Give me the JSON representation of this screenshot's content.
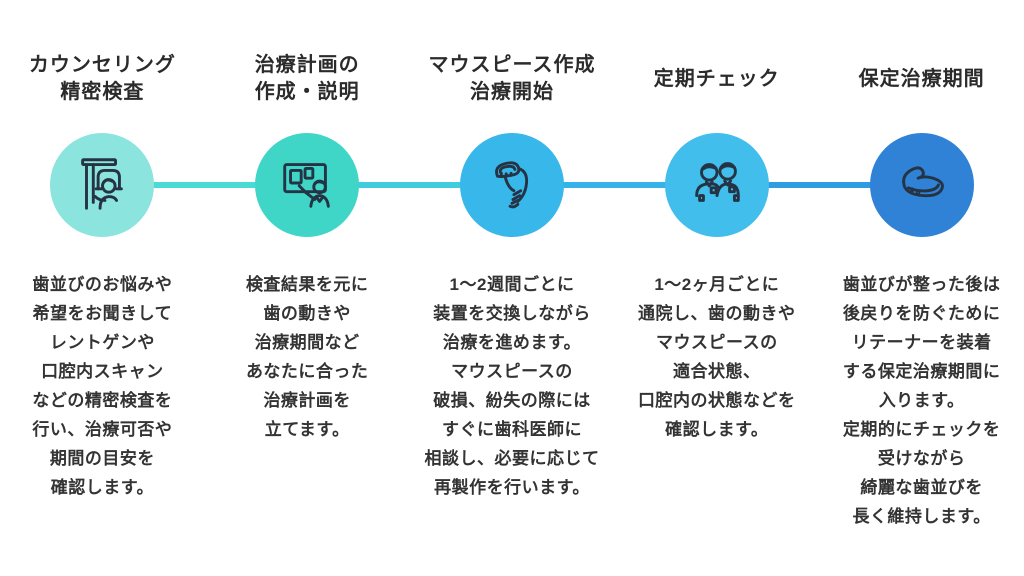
{
  "colors": {
    "title_text": "#2b2b2b",
    "body_text": "#333333",
    "icon_stroke": "#253444"
  },
  "connectors": [
    "#4ADCD4",
    "#40CCDC",
    "#35B2EA",
    "#2F9BE0"
  ],
  "steps": [
    {
      "title_lines": [
        "カウンセリング",
        "精密検査"
      ],
      "circle_color": "#8CE4DE",
      "icon": "xray-machine-icon",
      "body_lines": [
        "歯並びのお悩みや",
        "希望をお聞きして",
        "レントゲンや",
        "口腔内スキャン",
        "などの精密検査を",
        "行い、治療可否や",
        "期間の目安を",
        "確認します。"
      ]
    },
    {
      "title_lines": [
        "治療計画の",
        "作成・説明"
      ],
      "circle_color": "#3FD6C8",
      "icon": "treatment-plan-presentation-icon",
      "body_lines": [
        "検査結果を元に",
        "歯の動きや",
        "治療期間など",
        "あなたに合った",
        "治療計画を",
        "立てます。"
      ]
    },
    {
      "title_lines": [
        "マウスピース作成",
        "治療開始"
      ],
      "circle_color": "#38B7EA",
      "icon": "hand-holding-mouthpiece-icon",
      "body_lines": [
        "1〜2週間ごとに",
        "装置を交換しながら",
        "治療を進めます。",
        "マウスピースの",
        "破損、紛失の際には",
        "すぐに歯科医師に",
        "相談し、必要に応じて",
        "再製作を行います。"
      ]
    },
    {
      "title_lines": [
        "定期チェック"
      ],
      "circle_color": "#41BEEC",
      "icon": "two-dentists-icon",
      "body_lines": [
        "1〜2ヶ月ごとに",
        "通院し、歯の動きや",
        "マウスピースの",
        "適合状態、",
        "口腔内の状態などを",
        "確認します。"
      ]
    },
    {
      "title_lines": [
        "保定治療期間"
      ],
      "circle_color": "#2F82D6",
      "icon": "retainer-icon",
      "body_lines": [
        "歯並びが整った後は",
        "後戻りを防ぐために",
        "リテーナーを装着",
        "する保定治療期間に",
        "入ります。",
        "定期的にチェックを",
        "受けながら",
        "綺麗な歯並びを",
        "長く維持します。"
      ]
    }
  ]
}
